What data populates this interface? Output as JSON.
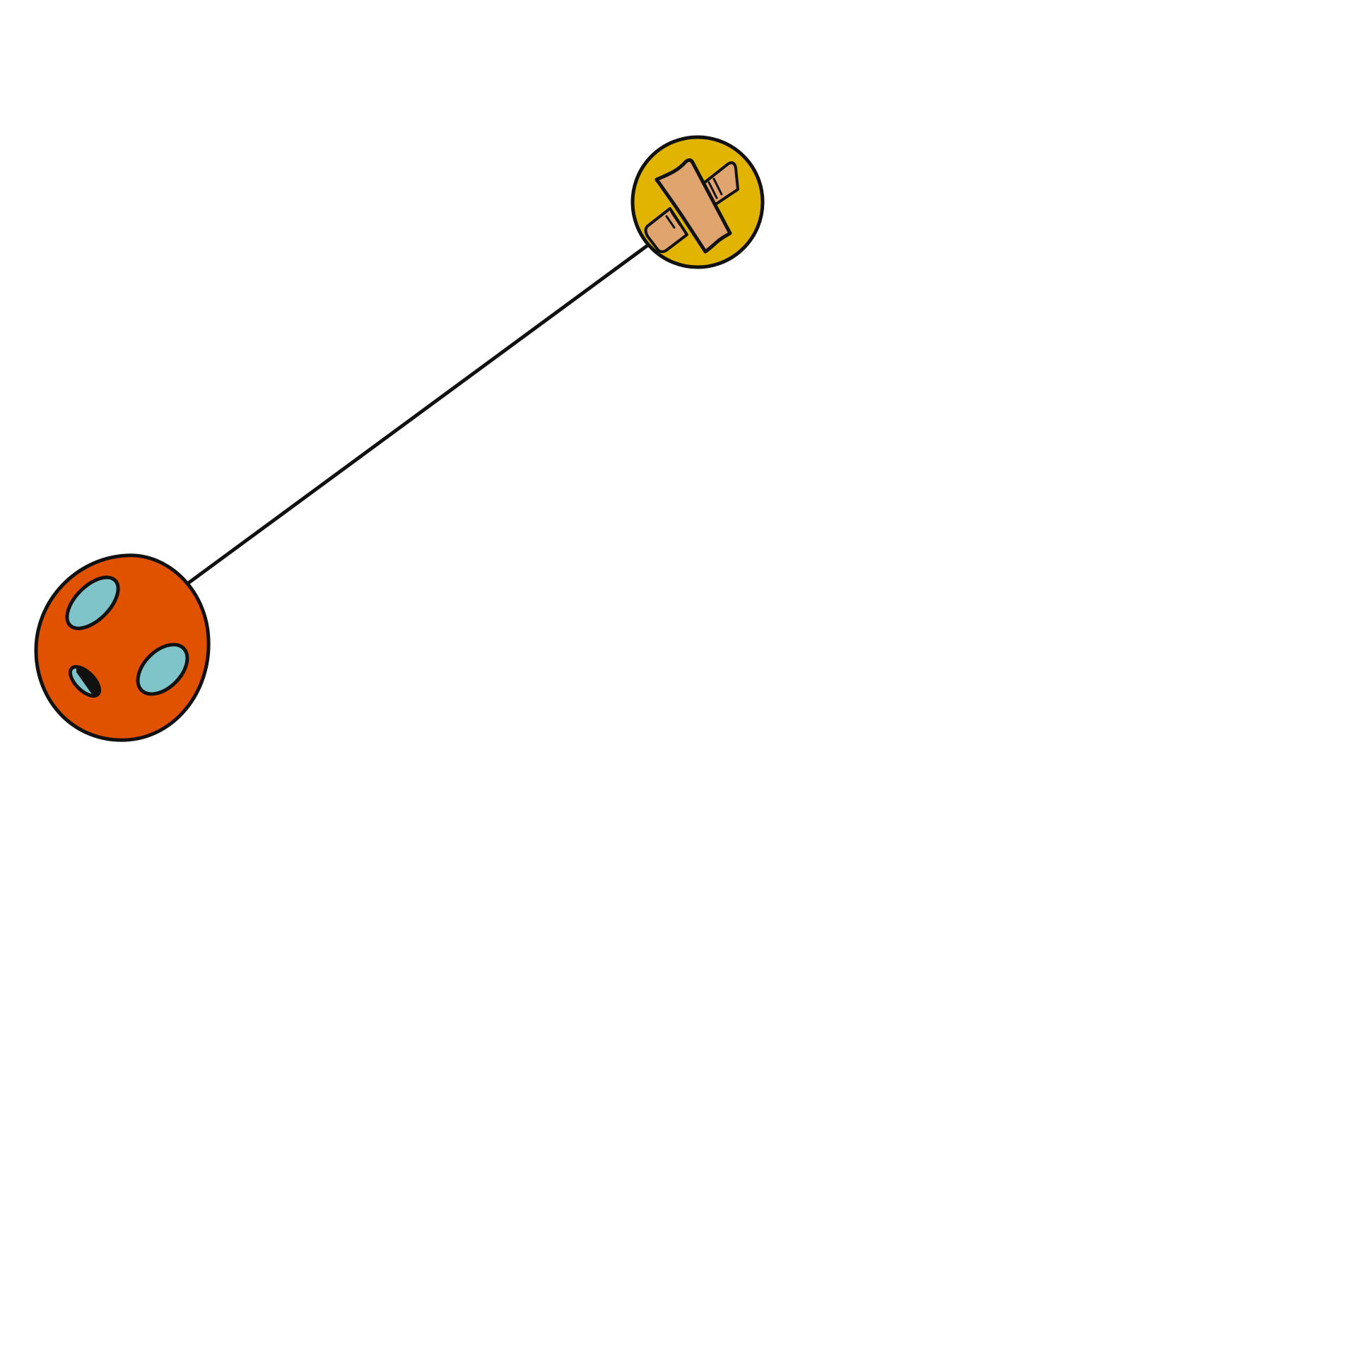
{
  "scene": {
    "background_color": "#ffffff",
    "outline_color": "#111111",
    "nodes": [
      {
        "id": "crossed-bandages-node",
        "icon": "crossed-bandages-icon",
        "fill_color": "#e0b400",
        "icon_color": "#e0a46e"
      },
      {
        "id": "spotted-planet-node",
        "icon": "spotted-planet-icon",
        "fill_color": "#e05200",
        "spot_color": "#7ec4c8"
      }
    ],
    "connections": [
      {
        "from": "crossed-bandages-node",
        "to": "spotted-planet-node"
      }
    ]
  }
}
